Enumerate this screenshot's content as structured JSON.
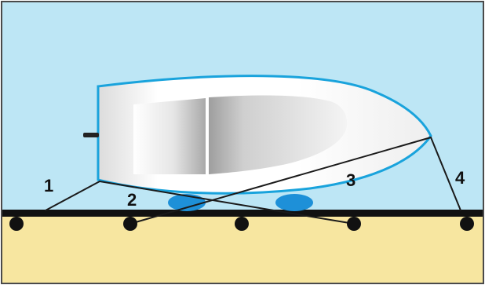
{
  "labels": {
    "line_1": "1",
    "line_2": "2",
    "line_3": "3",
    "line_4": "4"
  },
  "colors": {
    "water": "#bde6f5",
    "dock": "#f7e6a0",
    "pier_edge": "#111111",
    "hull_outline": "#19a3dc",
    "fender": "#1e90d8",
    "cleat": "#111111",
    "line": "#1a1a1a",
    "frame": "#4a4a4a"
  },
  "icons": {
    "fenders": "fender-icon",
    "cleats": "cleat-icon"
  }
}
